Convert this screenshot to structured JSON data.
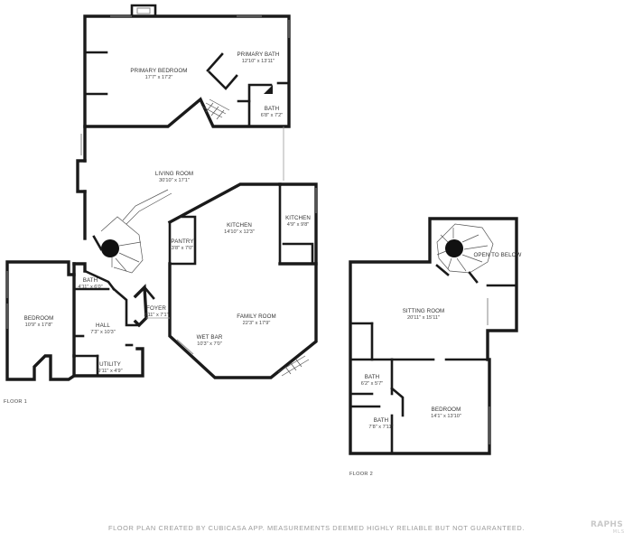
{
  "floors": [
    {
      "label": "FLOOR 1",
      "rooms": [
        {
          "name": "PRIMARY BEDROOM",
          "dims": "17'7\" x 17'2\""
        },
        {
          "name": "PRIMARY BATH",
          "dims": "12'10\" x 13'11\""
        },
        {
          "name": "BATH",
          "dims": "6'8\" x 7'2\""
        },
        {
          "name": "LIVING ROOM",
          "dims": "30'10\" x 17'1\""
        },
        {
          "name": "KITCHEN",
          "dims": "14'10\" x 12'3\""
        },
        {
          "name": "KITCHEN",
          "dims": "4'9\" x 9'8\""
        },
        {
          "name": "PANTRY",
          "dims": "3'8\" x 7'0\""
        },
        {
          "name": "FAMILY ROOM",
          "dims": "22'3\" x 17'9\""
        },
        {
          "name": "WET BAR",
          "dims": "10'3\" x 7'0\""
        },
        {
          "name": "FOYER",
          "dims": "3'11\" x 7'1\""
        },
        {
          "name": "BATH",
          "dims": "4'11\" x 6'0\""
        },
        {
          "name": "HALL",
          "dims": "7'3\" x 10'3\""
        },
        {
          "name": "UTILITY",
          "dims": "9'11\" x 4'9\""
        },
        {
          "name": "BEDROOM",
          "dims": "10'9\" x 17'8\""
        }
      ]
    },
    {
      "label": "FLOOR 2",
      "rooms": [
        {
          "name": "OPEN TO BELOW",
          "dims": ""
        },
        {
          "name": "SITTING ROOM",
          "dims": "20'11\" x 15'11\""
        },
        {
          "name": "BATH",
          "dims": "6'2\" x 5'7\""
        },
        {
          "name": "BATH",
          "dims": "7'8\" x 7'11\""
        },
        {
          "name": "BEDROOM",
          "dims": "14'1\" x 13'10\""
        }
      ]
    }
  ],
  "footer": "FLOOR PLAN CREATED BY CUBICASA APP. MEASUREMENTS DEEMED HIGHLY RELIABLE BUT NOT GUARANTEED.",
  "logo": {
    "line1": "RAPHS",
    "line2": "MLS"
  }
}
